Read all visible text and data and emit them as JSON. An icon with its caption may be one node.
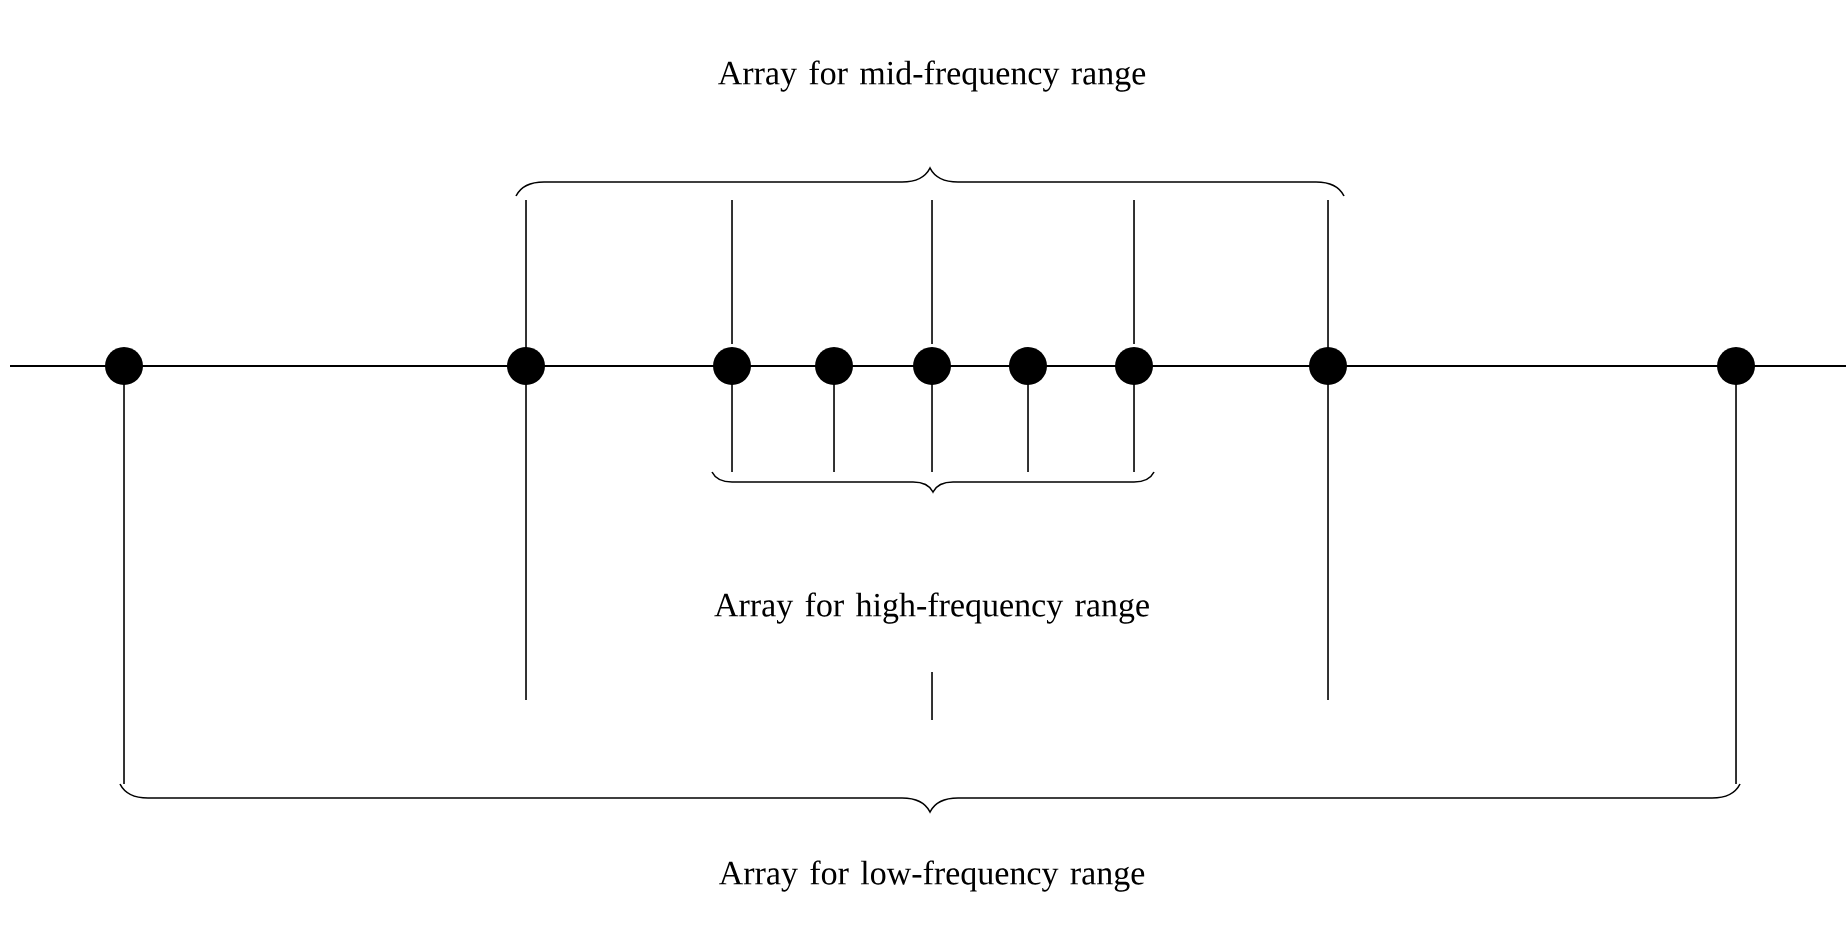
{
  "diagram": {
    "labels": [
      "Array for mid-frequency range",
      "Array for high-frequency range",
      "Array for low-frequency range"
    ]
  }
}
